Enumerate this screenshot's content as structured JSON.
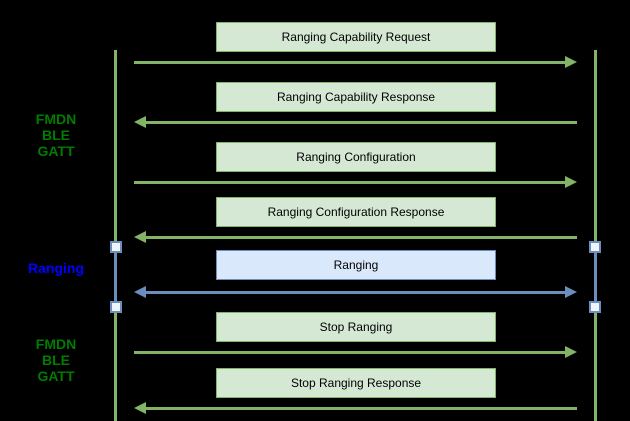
{
  "diagram": {
    "side_labels": [
      {
        "id": "fmdn-ble-gatt-top",
        "lines": [
          "FMDN",
          "BLE",
          "GATT"
        ],
        "color": "#007c00"
      },
      {
        "id": "ranging",
        "lines": [
          "Ranging"
        ],
        "color": "#0000ff"
      },
      {
        "id": "fmdn-ble-gatt-bottom",
        "lines": [
          "FMDN",
          "BLE",
          "GATT"
        ],
        "color": "#007c00"
      }
    ],
    "messages": [
      {
        "label": "Ranging Capability Request",
        "theme": "green",
        "direction": "right"
      },
      {
        "label": "Ranging Capability Response",
        "theme": "green",
        "direction": "left"
      },
      {
        "label": "Ranging Configuration",
        "theme": "green",
        "direction": "right"
      },
      {
        "label": "Ranging Configuration Response",
        "theme": "green",
        "direction": "left"
      },
      {
        "label": "Ranging",
        "theme": "blue",
        "direction": "both"
      },
      {
        "label": "Stop Ranging",
        "theme": "green",
        "direction": "right"
      },
      {
        "label": "Stop Ranging Response",
        "theme": "green",
        "direction": "left"
      }
    ],
    "colors": {
      "background": "#000000",
      "green_fill": "#d5e8d4",
      "green_stroke": "#82b366",
      "blue_fill": "#dae8fc",
      "blue_stroke": "#6c8ebf",
      "activation_fill": "#eef5fd",
      "box_text": "#000000"
    }
  }
}
